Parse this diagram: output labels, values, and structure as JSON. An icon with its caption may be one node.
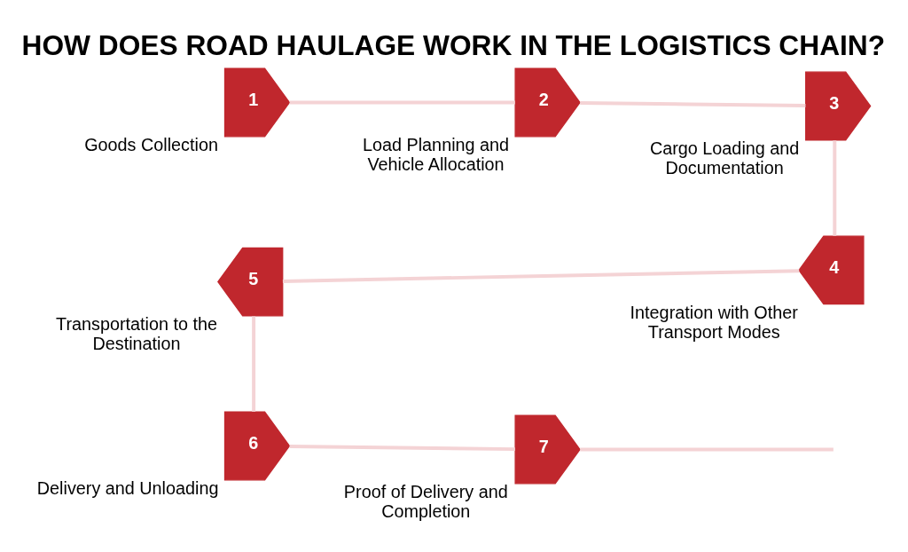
{
  "diagram": {
    "title": "HOW DOES ROAD HAULAGE WORK IN THE LOGISTICS CHAIN?",
    "nodes": [
      {
        "text": [
          "1"
        ],
        "beside": [
          "Goods Collection"
        ]
      },
      {
        "text": [
          "2"
        ],
        "beside": [
          "Load Planning and Vehicle Allocation"
        ]
      },
      {
        "text": [
          "3"
        ],
        "beside": [
          "Cargo Loading and Documentation"
        ]
      },
      {
        "text": [
          "4"
        ],
        "beside": [
          "Integration with Other Transport Modes"
        ]
      },
      {
        "text": [
          "5"
        ],
        "beside": [
          "Transportation to the Destination"
        ]
      },
      {
        "text": [
          "6"
        ],
        "beside": [
          "Delivery and Unloading"
        ]
      },
      {
        "text": [
          "7"
        ],
        "beside": [
          "Proof of Delivery and Completion"
        ]
      }
    ],
    "edges": [
      {
        "from": 0,
        "to": 1,
        "arrow": "none"
      },
      {
        "from": 1,
        "to": 2,
        "arrow": "none"
      },
      {
        "from": 2,
        "to": 3,
        "arrow": "none"
      },
      {
        "from": 3,
        "to": 4,
        "arrow": "none"
      },
      {
        "from": 4,
        "to": 5,
        "arrow": "none"
      },
      {
        "from": 5,
        "to": 6,
        "arrow": "none"
      },
      {
        "from": 6,
        "to": null,
        "arrow": "none"
      }
    ]
  }
}
